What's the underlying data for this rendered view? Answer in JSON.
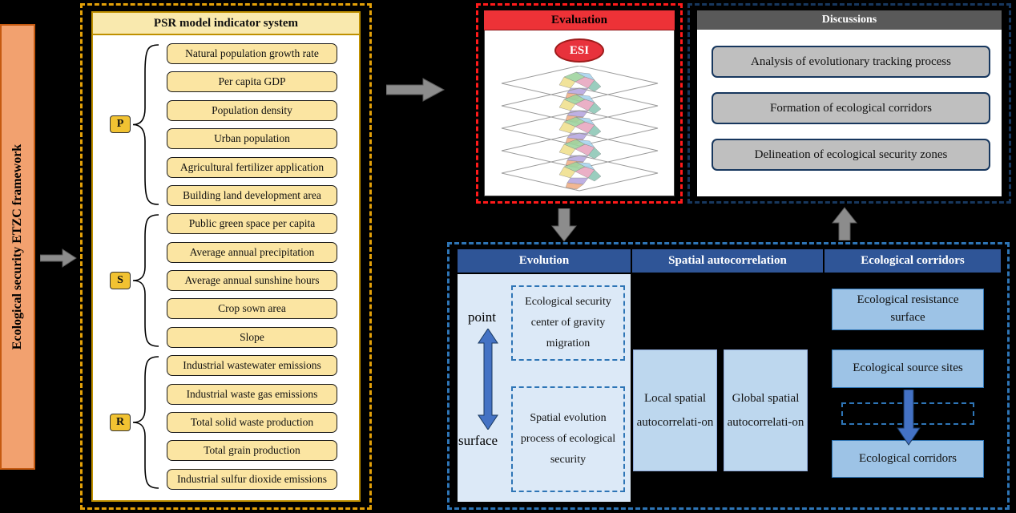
{
  "framework_label": "Ecological security ETZC framework",
  "psr": {
    "title": "PSR model indicator system",
    "groups": [
      {
        "label": "P",
        "items": [
          "Natural population growth rate",
          "Per capita GDP",
          "Population density",
          "Urban population",
          "Agricultural fertilizer application",
          "Building land development area"
        ]
      },
      {
        "label": "S",
        "items": [
          "Public green space per capita",
          "Average annual precipitation",
          "Average annual sunshine hours",
          "Crop sown area",
          "Slope"
        ]
      },
      {
        "label": "R",
        "items": [
          "Industrial wastewater emissions",
          "Industrial waste gas emissions",
          "Total solid waste production",
          "Total grain production",
          "Industrial sulfur dioxide emissions"
        ]
      }
    ]
  },
  "evaluation": {
    "title": "Evaluation",
    "esi": "ESI"
  },
  "discussions": {
    "title": "Discussions",
    "items": [
      "Analysis of evolutionary tracking process",
      "Formation of ecological corridors",
      "Delineation of ecological security zones"
    ]
  },
  "analysis": {
    "evolution": {
      "title": "Evolution",
      "point": "point",
      "surface": "surface",
      "boxes": [
        "Ecological security center of gravity migration",
        "Spatial evolution process of ecological security"
      ]
    },
    "spatial": {
      "title": "Spatial autocorrelation",
      "boxes": [
        "Local spatial autocorrelati-on",
        "Global spatial autocorrelati-on"
      ]
    },
    "corridors": {
      "title": "Ecological corridors",
      "boxes": [
        "Ecological resistance surface",
        "Ecological source sites",
        "Ecological corridors"
      ]
    }
  },
  "colors": {
    "background": "#000000",
    "framework_bar": "#F2A16F",
    "psr_dashed_border": "#E3A008",
    "indicator_fill": "#FBE5A2",
    "psr_label_fill": "#F1C232",
    "evaluation_red": "#ED3237",
    "discussion_header_gray": "#595959",
    "discussion_button_gray": "#BFBFBF",
    "blue_header": "#2F5597",
    "evolution_bg": "#DCE9F7",
    "spatial_box_fill": "#BDD7EE",
    "corridor_box_fill": "#9DC3E6",
    "dashed_blue": "#2E75B6"
  }
}
